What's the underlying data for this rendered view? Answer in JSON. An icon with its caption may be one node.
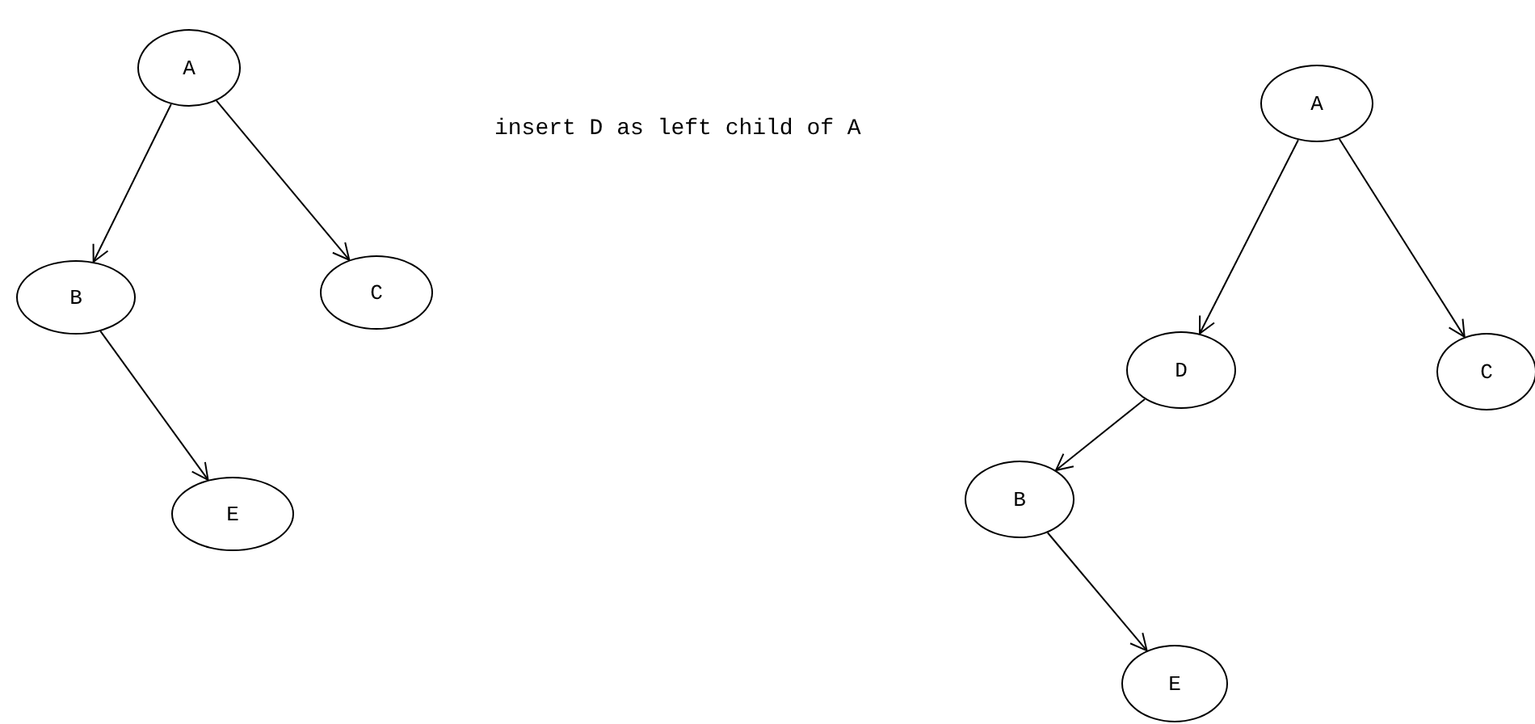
{
  "diagram": {
    "nodes": [
      {
        "text": [
          "A"
        ]
      },
      {
        "text": [
          "B"
        ]
      },
      {
        "text": [
          "C"
        ]
      },
      {
        "text": [
          "E"
        ]
      },
      {
        "text": [
          "A"
        ]
      },
      {
        "text": [
          "D"
        ]
      },
      {
        "text": [
          "C"
        ]
      },
      {
        "text": [
          "B"
        ]
      },
      {
        "text": [
          "E"
        ]
      }
    ],
    "edges": [
      {
        "from": 0,
        "to": 1,
        "arrow": "to"
      },
      {
        "from": 0,
        "to": 2,
        "arrow": "to"
      },
      {
        "from": 1,
        "to": 3,
        "arrow": "to"
      },
      {
        "from": 4,
        "to": 5,
        "arrow": "to"
      },
      {
        "from": 4,
        "to": 6,
        "arrow": "to"
      },
      {
        "from": 5,
        "to": 7,
        "arrow": "to"
      },
      {
        "from": 7,
        "to": 8,
        "arrow": "to"
      }
    ],
    "labels": [
      "insert D as left child of A"
    ]
  }
}
